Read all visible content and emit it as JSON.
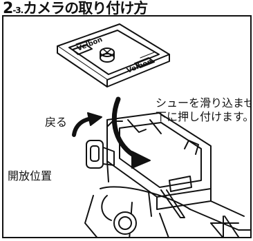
{
  "heading": {
    "number": "2",
    "sub": "-3.",
    "title": "カメラの取り付け方"
  },
  "labels": {
    "slide_instruction_line1": "シューを滑り込ませ",
    "slide_instruction_line2": "下に押し付けます。",
    "return": "戻る",
    "open_position": "開放位置"
  },
  "plate": {
    "brand_left": "Velbon",
    "brand_right": "Velbon"
  },
  "colors": {
    "ink": "#111111",
    "paper": "#ffffff"
  }
}
